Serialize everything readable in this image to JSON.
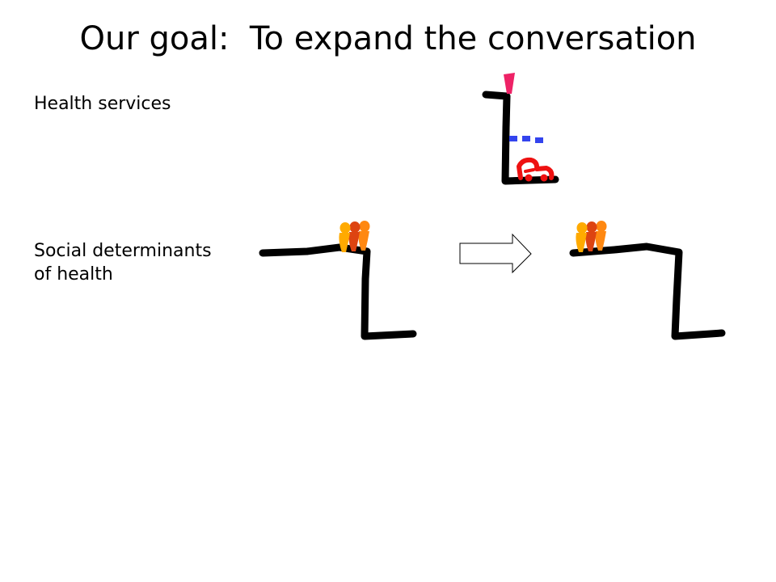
{
  "slide": {
    "title": "Our goal:  To expand the conversation"
  },
  "labels": {
    "health_services": "Health services",
    "social_determinants": [
      "Social determinants",
      "of health"
    ]
  },
  "icons": {
    "person_group": "people-group-icon",
    "arrow": "right-arrow-icon",
    "cliff": "cliff-icon",
    "ambulance": "ambulance-icon",
    "net": "safety-net-icon",
    "fence": "fence-icon"
  },
  "colors": {
    "line": "#000000",
    "fence": "#ee2266",
    "net": "#3344ee",
    "ambulance": "#ee1111",
    "person_front": "#ffaa00",
    "person_mid": "#dd4411",
    "person_back": "#ff8811",
    "arrow_fill": "#ffffff",
    "arrow_stroke": "#000000"
  }
}
